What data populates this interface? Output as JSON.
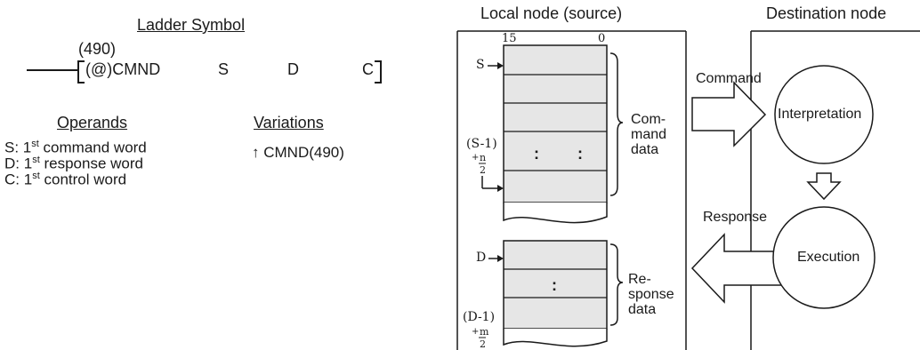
{
  "ladder": {
    "title": "Ladder Symbol",
    "code": "(490)",
    "mnemonic": "(@)CMND",
    "op_s": "S",
    "op_d": "D",
    "op_c": "C"
  },
  "operands": {
    "title": "Operands",
    "rows": [
      {
        "prefix": "S: 1",
        "sup": "st",
        "text": "command word"
      },
      {
        "prefix": "D: 1",
        "sup": "st",
        "text": "response word"
      },
      {
        "prefix": "C: 1",
        "sup": "st",
        "text": "control word"
      }
    ]
  },
  "variations": {
    "title": "Variations",
    "entry": "↑ CMND(490)"
  },
  "diagram": {
    "local_title": "Local node (source)",
    "dest_title": "Destination node",
    "bit15": "15",
    "bit0": "0",
    "s_label": "S",
    "s_end": "(S-1)",
    "s_n": "n",
    "d_label": "D",
    "d_end": "(D-1)",
    "d_m": "m",
    "frac_den": "2",
    "command_data": "Com-\nmand\ndata",
    "response_data": "Re-\nsponse\ndata",
    "command_arrow": "Command",
    "response_arrow": "Response",
    "interpretation": "Interpretation",
    "execution": "Execution",
    "dots": ":"
  }
}
